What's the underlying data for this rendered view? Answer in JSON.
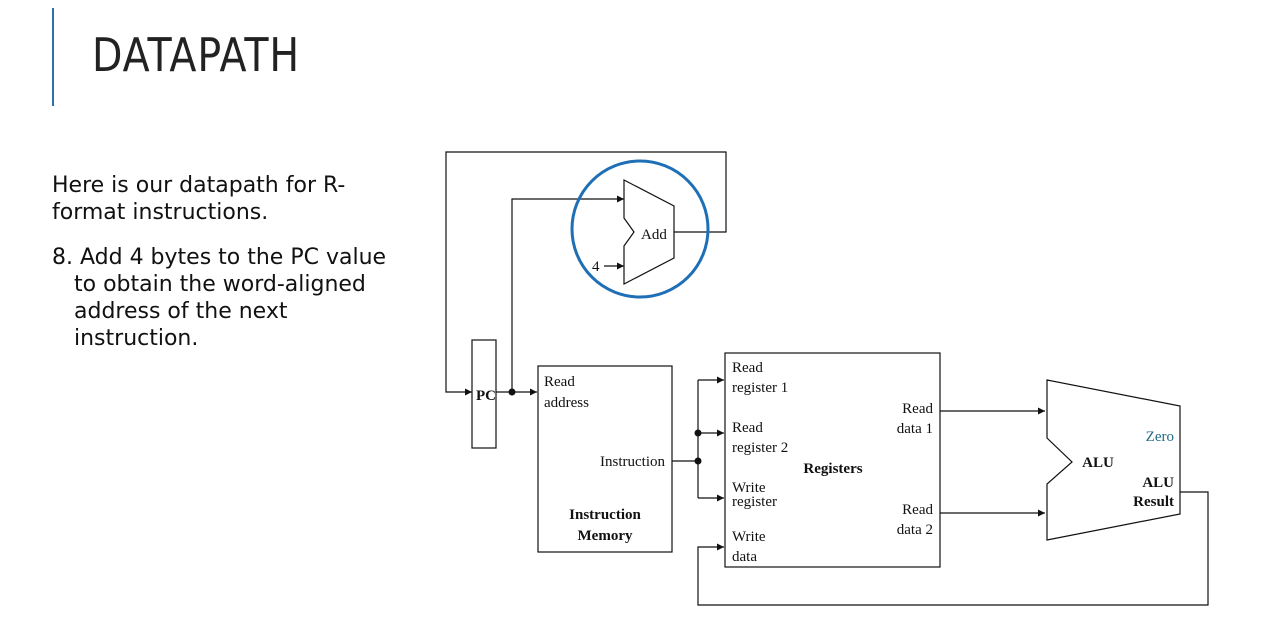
{
  "slide": {
    "title": "DATAPATH",
    "intro": "Here is our datapath for R-format instructions.",
    "step": "8. Add 4 bytes to the PC value to obtain the word-aligned address of the next instruction."
  },
  "diagram": {
    "pc": "PC",
    "adder": "Add",
    "constant_four": "4",
    "imem": {
      "read": "Read",
      "address": "address",
      "instruction": "Instruction",
      "name1": "Instruction",
      "name2": "Memory"
    },
    "regs": {
      "read_reg1_a": "Read",
      "read_reg1_b": "register 1",
      "read_reg2_a": "Read",
      "read_reg2_b": "register 2",
      "write_reg_a": "Write",
      "write_reg_b": "register",
      "write_data_a": "Write",
      "write_data_b": "data",
      "read_data1_a": "Read",
      "read_data1_b": "data 1",
      "read_data2_a": "Read",
      "read_data2_b": "data 2",
      "name": "Registers"
    },
    "alu": {
      "name": "ALU",
      "zero": "Zero",
      "result1": "ALU",
      "result2": "Result"
    }
  },
  "colors": {
    "accent": "#2f6fb0",
    "highlight": "#1e6fb5",
    "zero": "#1f6b84"
  }
}
